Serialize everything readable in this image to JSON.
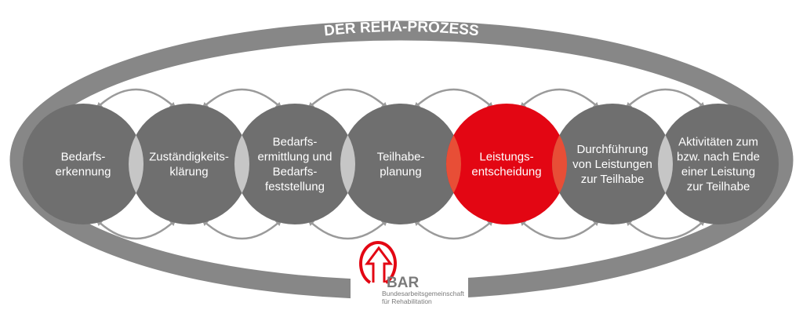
{
  "title": "DER REHA-PROZESS",
  "colors": {
    "ring": "#878787",
    "circle": "#6f6f6f",
    "active": "#e30613",
    "lens": "#c6c6c6",
    "lens_active": "#e84e36",
    "arrow": "#9a9a9a"
  },
  "steps": [
    {
      "lines": [
        "Bedarfs-",
        "erkennung"
      ],
      "active": false
    },
    {
      "lines": [
        "Zuständigkeits-",
        "klärung"
      ],
      "active": false
    },
    {
      "lines": [
        "Bedarfs-",
        "ermittlung und",
        "Bedarfs-",
        "feststellung"
      ],
      "active": false
    },
    {
      "lines": [
        "Teilhabe-",
        "planung"
      ],
      "active": false
    },
    {
      "lines": [
        "Leistungs-",
        "entscheidung"
      ],
      "active": true
    },
    {
      "lines": [
        "Durchführung",
        "von Leistungen",
        "zur Teilhabe"
      ],
      "active": false
    },
    {
      "lines": [
        "Aktivitäten zum",
        "bzw. nach Ende",
        "einer Leistung",
        "zur Teilhabe"
      ],
      "active": false
    }
  ],
  "logo": {
    "name": "BAR",
    "line1": "Bundesarbeitsgemeinschaft",
    "line2": "für Rehabilitation"
  }
}
